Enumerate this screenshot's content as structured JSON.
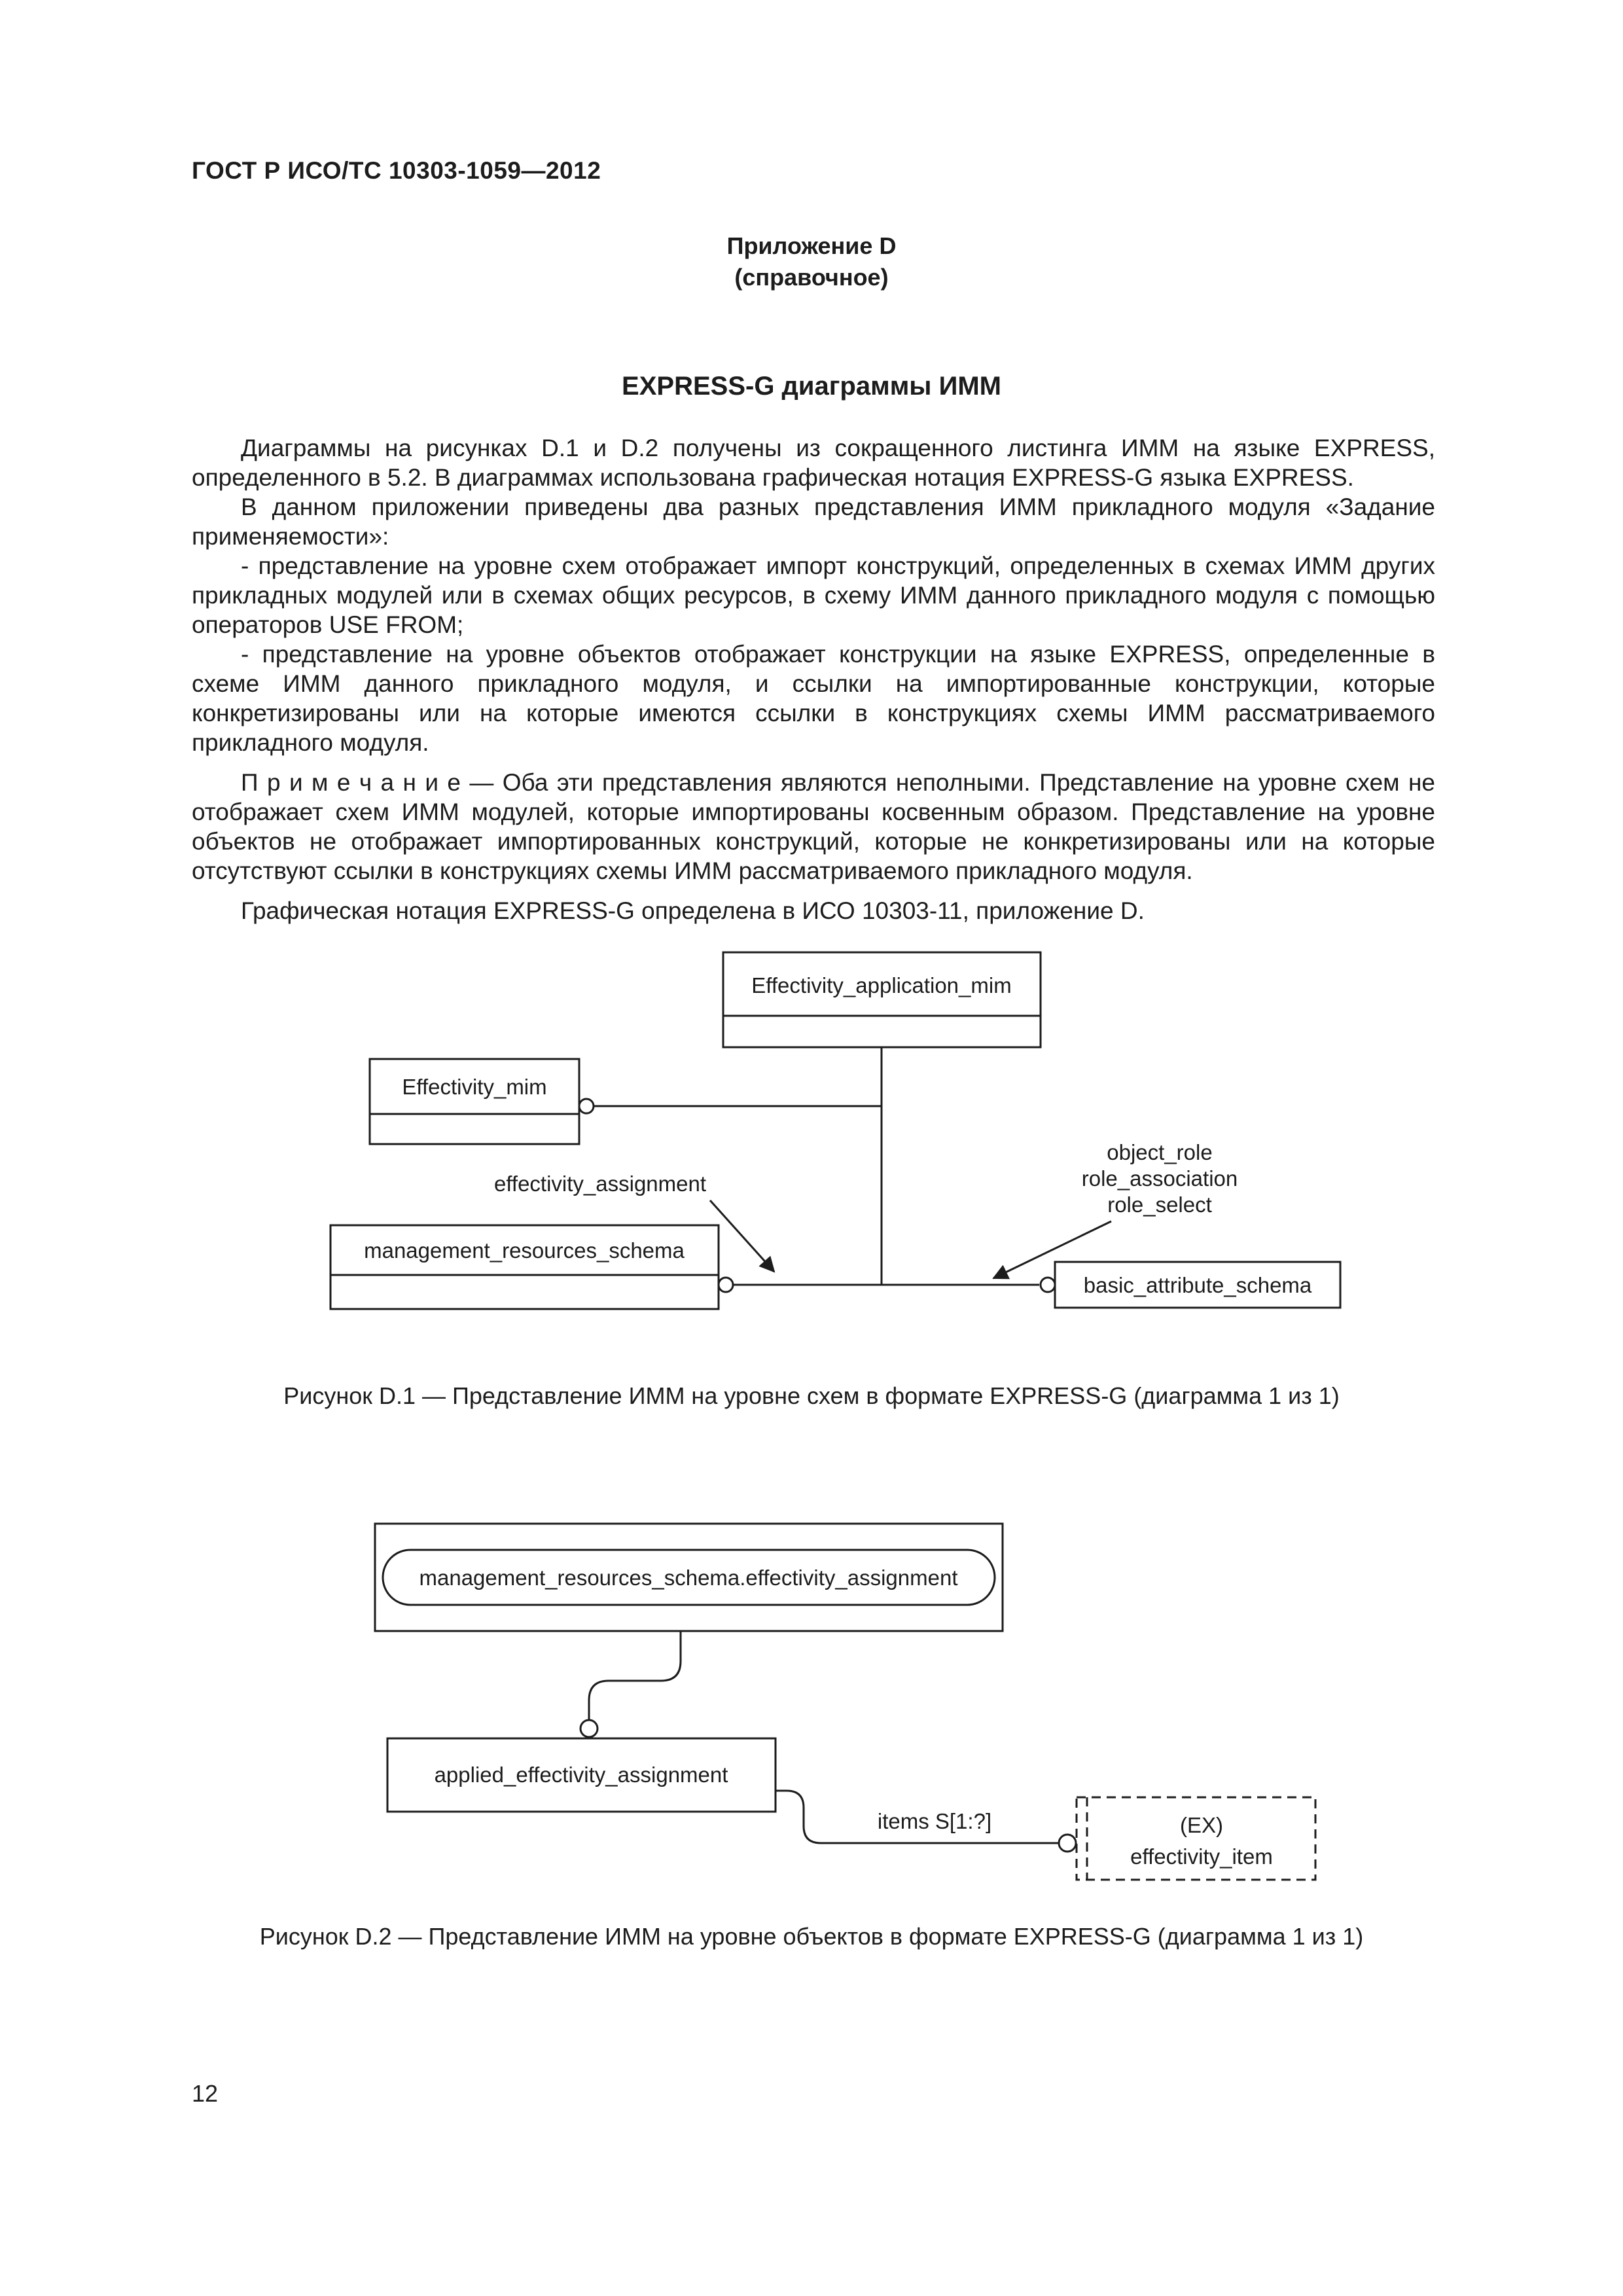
{
  "page": {
    "header": "ГОСТ Р ИСО/ТС 10303-1059—2012",
    "number": "12"
  },
  "appendix": {
    "line1": "Приложение D",
    "line2": "(справочное)",
    "heading": "EXPRESS-G диаграммы ИММ"
  },
  "body": {
    "p1": "Диаграммы на рисунках D.1 и D.2 получены из сокращенного листинга ИММ на языке EXPRESS, определенного в 5.2. В диаграммах использована графическая нотация EXPRESS-G языка EXPRESS.",
    "p2": "В данном приложении приведены два разных представления ИММ прикладного модуля «Задание применяемости»:",
    "p3": "- представление на уровне схем отображает импорт конструкций, определенных в схемах ИММ других прикладных модулей или в схемах общих ресурсов, в схему ИММ данного прикладного модуля с помощью операторов USE FROM;",
    "p4": "- представление на уровне объектов отображает конструкции на языке EXPRESS, определенные в схеме ИММ данного прикладного модуля, и ссылки на импортированные конструкции, которые конкретизированы или на которые имеются ссылки в конструкциях схемы ИММ рассматриваемого прикладного модуля.",
    "note_label": "П р и м е ч а н и е",
    "note_text": " — Оба эти представления являются неполными. Представление на уровне схем не отображает схем ИММ модулей, которые импортированы косвенным образом. Представление на уровне объектов не отображает импортированных конструкций, которые не конкретизированы или на которые отсутствуют ссылки в конструкциях схемы ИММ рассматриваемого прикладного модуля.",
    "p5": "Графическая нотация EXPRESS-G определена в ИСО 10303-11, приложение D."
  },
  "diagram1": {
    "boxes": {
      "effectivity_application_mim": "Effectivity_application_mim",
      "effectivity_mim": "Effectivity_mim",
      "management_resources_schema": "management_resources_schema",
      "basic_attribute_schema": "basic_attribute_schema"
    },
    "labels": {
      "effectivity_assignment": "effectivity_assignment",
      "object_role": "object_role",
      "role_association": "role_association",
      "role_select": "role_select"
    },
    "caption": "Рисунок D.1 — Представление ИММ на уровне схем в формате EXPRESS-G (диаграмма 1 из 1)"
  },
  "diagram2": {
    "schema_ref": "management_resources_schema.effectivity_assignment",
    "entity": "applied_effectivity_assignment",
    "relation_label": "items S[1:?]",
    "external_line1": "(EX)",
    "external_line2": "effectivity_item",
    "caption": "Рисунок D.2 — Представление ИММ на уровне объектов в формате EXPRESS-G (диаграмма 1 из 1)"
  }
}
